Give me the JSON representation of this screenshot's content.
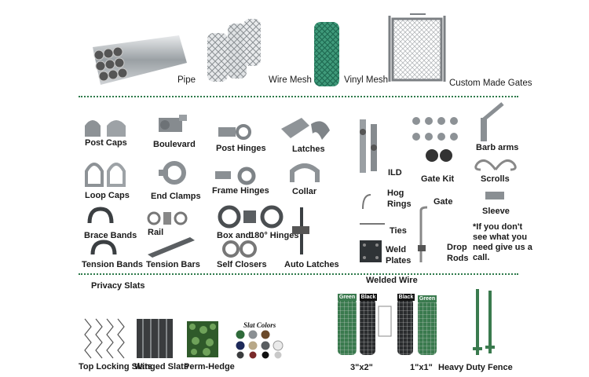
{
  "products": {
    "pipe": "Pipe",
    "wire_mesh": "Wire Mesh",
    "vinyl_mesh": "Vinyl Mesh",
    "custom_gates": "Custom Made Gates",
    "post_caps": "Post Caps",
    "boulevard": "Boulevard",
    "post_hinges": "Post Hinges",
    "latches": "Latches",
    "ild": "ILD",
    "gate_kit": "Gate Kit",
    "barb_arms": "Barb arms",
    "loop_caps": "Loop Caps",
    "end_clamps": "End Clamps",
    "frame_hinges": "Frame Hinges",
    "collar": "Collar",
    "hog": "Hog",
    "rings": "Rings",
    "gate": "Gate",
    "scrolls": "Scrolls",
    "sleeve": "Sleeve",
    "brace_bands": "Brace Bands",
    "rail": "Rail",
    "box_and": "Box and",
    "hinges_180": "180° Hinges",
    "ties": "Ties",
    "note": "*If you don't see what you need give us a call.",
    "tension_bands": "Tension Bands",
    "tension_bars": "Tension Bars",
    "self_closers": "Self Closers",
    "auto_latches": "Auto Latches",
    "weld": "Weld",
    "plates": "Plates",
    "drop": "Drop",
    "rods": "Rods",
    "privacy_slats": "Privacy Slats",
    "welded_wire": "Welded Wire",
    "top_locking_slats": "Top Locking Slats",
    "winged_slats": "Winged Slats",
    "perm_hedge": "Perm-Hedge",
    "size_3x2": "3\"x2\"",
    "size_1x1": "1\"x1\"",
    "heavy_duty_fence": "Heavy Duty Fence"
  },
  "tags": {
    "green": "Green",
    "black": "Black",
    "slat_colors": "Slat Colors"
  },
  "colors": {
    "metal": "#a9adb0",
    "vinyl_green": "#2f8a6a",
    "divider": "#2d7a4a",
    "fence_green": "#3a7a4e"
  }
}
